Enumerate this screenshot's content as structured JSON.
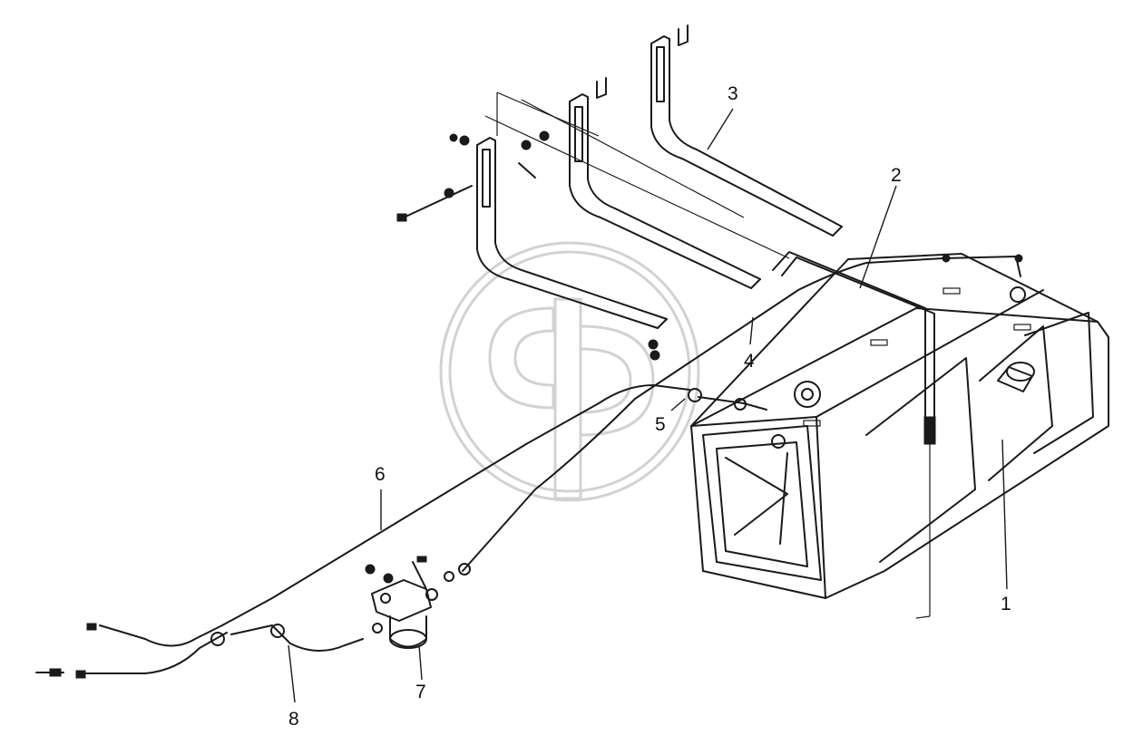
{
  "callouts": [
    {
      "key": "c1",
      "text": "1"
    },
    {
      "key": "c2",
      "text": "2"
    },
    {
      "key": "c3",
      "text": "3"
    },
    {
      "key": "c4",
      "text": "4"
    },
    {
      "key": "c5",
      "text": "5"
    },
    {
      "key": "c6",
      "text": "6"
    },
    {
      "key": "c7",
      "text": "7"
    },
    {
      "key": "c8",
      "text": "8"
    }
  ],
  "colors": {
    "line": "#1a1a1a",
    "background": "#ffffff",
    "watermark": "#d2d2d2"
  },
  "icons": {
    "watermark": "watermark-logo-icon"
  }
}
